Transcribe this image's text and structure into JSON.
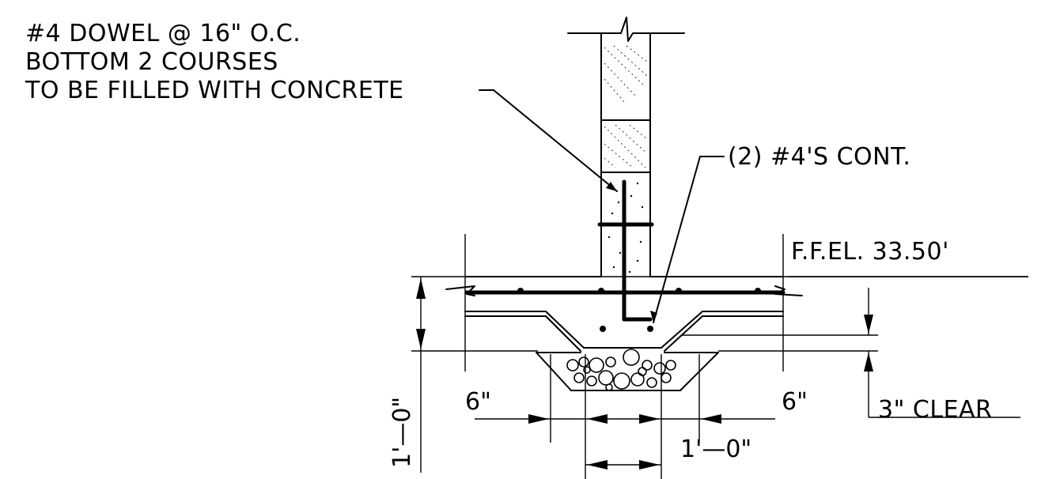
{
  "notes": {
    "dowel_line1": "#4 DOWEL @ 16\" O.C.",
    "dowel_line2": "BOTTOM 2 COURSES",
    "dowel_line3": "TO BE FILLED WITH CONCRETE",
    "rebar_cont": "(2) #4'S CONT.",
    "ffel": "F.F.EL. 33.50'",
    "clear": "3\" CLEAR"
  },
  "dimensions": {
    "slab_depth": "1'—0\"",
    "left_offset": "6\"",
    "right_offset": "6\"",
    "footing_width": "1'—0\""
  }
}
